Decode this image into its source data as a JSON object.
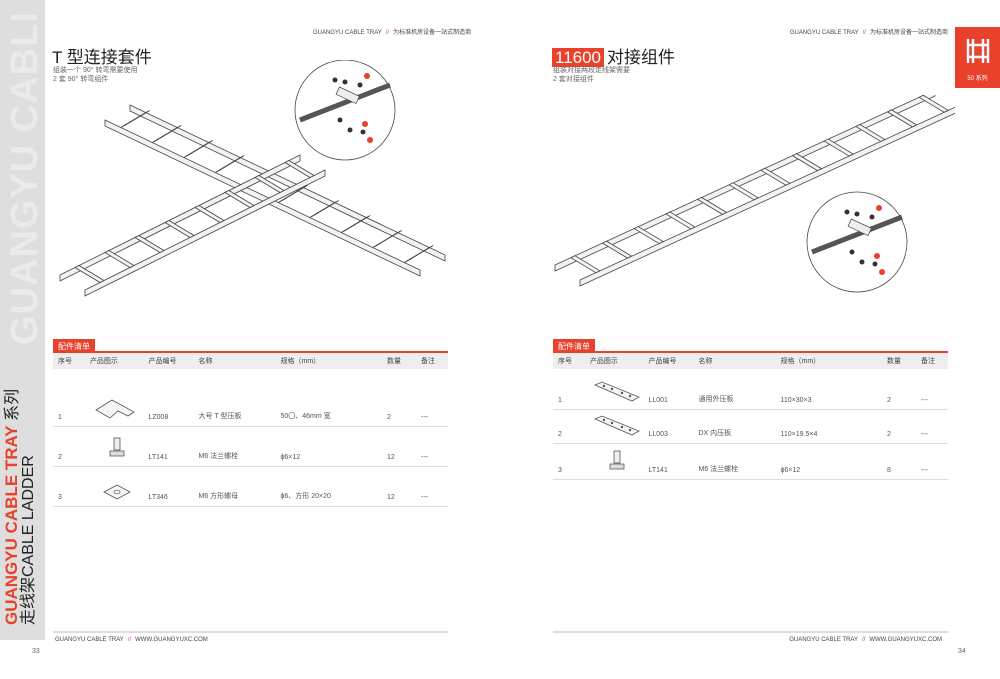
{
  "brand": "GUANGYU CABLE TRAY",
  "tagline": "为标准机房设备一站式制造商",
  "website": "WWW.GUANGYUXC.COM",
  "sidebar": {
    "watermark": "GUANGYU CABLE TRAY",
    "series_red": "GUANGYU CABLE TRAY",
    "series_suffix": "系列",
    "ladder": "走线架CABLE LADDER"
  },
  "series_badge": "50 系列",
  "left": {
    "title": "T 型连接套件",
    "desc": [
      "组装一个 90° 转弯需要使用",
      "2 套 90° 转弯组件"
    ],
    "page": "33",
    "parts_tab": "配件清单",
    "columns": [
      "序号",
      "产品图示",
      "产品编号",
      "名称",
      "规格（mm）",
      "数量",
      "备注"
    ],
    "rows": [
      {
        "no": "1",
        "code": "LZ008",
        "name": "大号 T 型压板",
        "spec": "50〇、46mm 宽",
        "qty": "2",
        "note": "---"
      },
      {
        "no": "2",
        "code": "LT141",
        "name": "M6 法兰螺栓",
        "spec": "ϕ6×12",
        "qty": "12",
        "note": "---"
      },
      {
        "no": "3",
        "code": "LT346",
        "name": "M6 方形螺母",
        "spec": "ϕ6、方形 20×20",
        "qty": "12",
        "note": "---"
      }
    ]
  },
  "right": {
    "badge": "11600",
    "title": "对接组件",
    "desc": [
      "组装对接两段走线架需要",
      "2 套对接组件"
    ],
    "page": "34",
    "parts_tab": "配件清单",
    "columns": [
      "序号",
      "产品图示",
      "产品编号",
      "名称",
      "规格（mm）",
      "数量",
      "备注"
    ],
    "rows": [
      {
        "no": "1",
        "code": "LL001",
        "name": "通用外压板",
        "spec": "110×30×3",
        "qty": "2",
        "note": "---"
      },
      {
        "no": "2",
        "code": "LL003",
        "name": "DX 内压板",
        "spec": "110×19.5×4",
        "qty": "2",
        "note": "---"
      },
      {
        "no": "3",
        "code": "LT141",
        "name": "M6 法兰螺栓",
        "spec": "ϕ6×12",
        "qty": "8",
        "note": "---"
      }
    ]
  },
  "colors": {
    "accent": "#e8412c",
    "sidebar": "#dedede"
  }
}
